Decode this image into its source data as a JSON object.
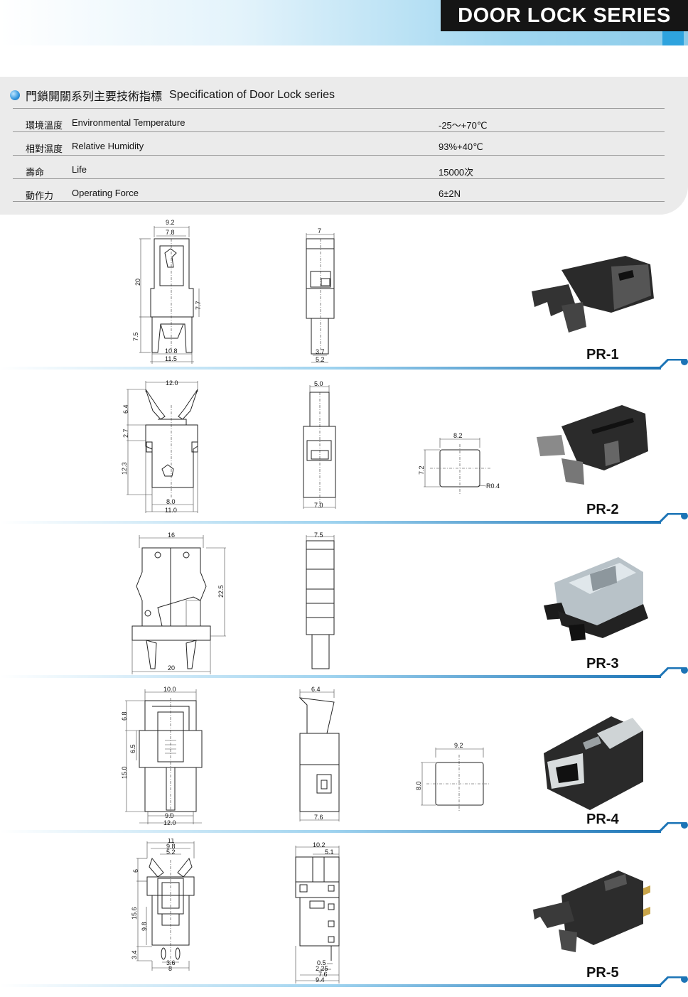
{
  "header": {
    "series_title": "DOOR LOCK SERIES"
  },
  "spec": {
    "title_zh": "門鎖開關系列主要技術指標",
    "title_en": "Specification of Door Lock series",
    "rows": [
      {
        "zh": "環境溫度",
        "en": "Environmental Temperature",
        "value": "-25～+70℃"
      },
      {
        "zh": "相對濕度",
        "en": "Relative Humidity",
        "value": "93%+40℃"
      },
      {
        "zh": "壽命",
        "en": "Life",
        "value": "15000次"
      },
      {
        "zh": "動作力",
        "en": "Operating Force",
        "value": "6±2N"
      }
    ]
  },
  "products": [
    {
      "model": "PR-1",
      "front_dims": {
        "top_outer": "9.2",
        "top_inner": "7.8",
        "height_main": "20",
        "height_mid": "7.7",
        "height_bottom": "7.5",
        "bottom_inner": "10.8",
        "bottom_outer": "11.5"
      },
      "side_dims": {
        "top": "7",
        "bottom_inner": "3.7",
        "bottom_outer": "5.2"
      }
    },
    {
      "model": "PR-2",
      "front_dims": {
        "top": "12.0",
        "h1": "6.4",
        "h2": "2.7",
        "h3": "12.3",
        "bottom_inner": "8.0",
        "bottom_outer": "11.0"
      },
      "side_dims": {
        "top": "5.0",
        "bottom": "7.0"
      },
      "cutout": {
        "width": "8.2",
        "height": "7.2",
        "radius": "R0.4"
      }
    },
    {
      "model": "PR-3",
      "front_dims": {
        "top": "16",
        "height": "22.5",
        "bottom": "20"
      },
      "side_dims": {
        "top": "7.5"
      }
    },
    {
      "model": "PR-4",
      "front_dims": {
        "top": "10.0",
        "h1": "6.8",
        "h2": "6.5",
        "h3": "15.0",
        "bottom_inner": "9.0",
        "bottom_outer": "12.0"
      },
      "side_dims": {
        "top": "6.4",
        "bottom": "7.6"
      },
      "cutout": {
        "width": "9.2",
        "height": "8.0"
      }
    },
    {
      "model": "PR-5",
      "front_dims": {
        "top_outer": "11",
        "top_mid": "9.8",
        "top_inner": "5.2",
        "h1": "6",
        "h2": "15.6",
        "h3": "9.8",
        "h4": "3.4",
        "bottom_inner": "3.6",
        "bottom_outer": "8"
      },
      "side_dims": {
        "top_outer": "10.2",
        "top_inner": "5.1",
        "b1": "0.5",
        "b2": "2.25",
        "b3": "7.6",
        "b4": "9.4"
      }
    }
  ],
  "colors": {
    "accent_blue": "#2ea3de",
    "title_bg": "#151515",
    "panel_bg": "#ebebeb"
  }
}
